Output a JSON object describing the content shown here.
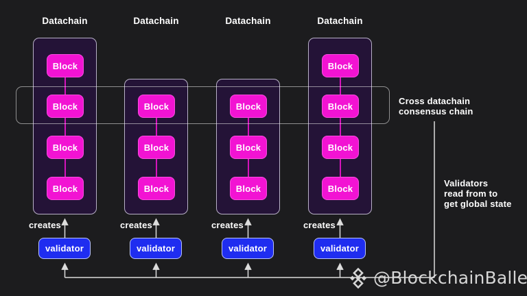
{
  "colors": {
    "background": "#1c1c1e",
    "column_fill": "#241337",
    "column_border": "rgba(222,218,236,0.8)",
    "block_fill": "#f213d3",
    "block_border": "rgba(255,140,235,0.5)",
    "block_connector": "#d614bc",
    "consensus_border": "rgba(240,240,240,0.55)",
    "validator_fill": "#1f2df0",
    "validator_border": "#b9c3fa",
    "line": "#dcdcdc",
    "label_text": "#ffffff",
    "watermark_text": "#d6d6d6"
  },
  "columns": [
    {
      "label": "Datachain",
      "blocks": [
        "Block",
        "Block",
        "Block",
        "Block"
      ],
      "creates_label": "creates",
      "validator_label": "validator"
    },
    {
      "label": "Datachain",
      "blocks": [
        "Block",
        "Block",
        "Block"
      ],
      "creates_label": "creates",
      "validator_label": "validator"
    },
    {
      "label": "Datachain",
      "blocks": [
        "Block",
        "Block",
        "Block"
      ],
      "creates_label": "creates",
      "validator_label": "validator"
    },
    {
      "label": "Datachain",
      "blocks": [
        "Block",
        "Block",
        "Block",
        "Block"
      ],
      "creates_label": "creates",
      "validator_label": "validator"
    }
  ],
  "annotations": {
    "consensus_lines": [
      "Cross datachain",
      "consensus chain"
    ],
    "validators_read_lines": [
      "Validators",
      "read from to",
      "get global state"
    ]
  },
  "watermark": {
    "handle": "@BlockchainBaller",
    "icon": "binance-diamond-icon"
  }
}
